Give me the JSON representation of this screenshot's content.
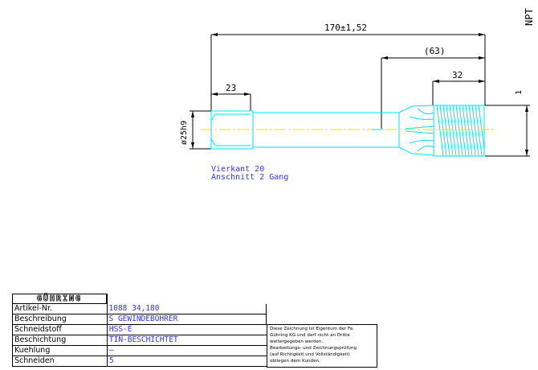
{
  "drawing": {
    "dim_total": "170±1,52",
    "dim_thread_ref": "(63)",
    "dim_thread": "32",
    "dim_square": "23",
    "dim_diameter": "ø25h9",
    "dim_thread_pitch": "1",
    "thread_label": "NPT",
    "note_line1": "Vierkant 20",
    "note_line2": "Anschnitt 2 Gang"
  },
  "titleblock": {
    "logo": "GÜHRING",
    "rows": [
      {
        "label": "Artikel-Nr.",
        "value": "1088 34,180"
      },
      {
        "label": "Beschreibung",
        "value": "S GEWINDEBOHRER"
      },
      {
        "label": "Schneidstoff",
        "value": "HSS-E"
      },
      {
        "label": "Beschichtung",
        "value": "TIN-BESCHICHTET"
      },
      {
        "label": "Kuehlung",
        "value": "–"
      },
      {
        "label": "Schneiden",
        "value": "5"
      }
    ],
    "notice": [
      "Diese Zeichnung ist Eigentum der Fa.",
      "Gühring KG und darf nicht an Dritte",
      "weitergegeben werden.",
      "Bearbeitungs- und Zeichnungsprüfung",
      "(auf Richtigkeit und Vollständigkeit)",
      "obliegen dem Kunden."
    ]
  },
  "colors": {
    "outline": "#00e5ff",
    "center": "#e6e600",
    "dim": "#000000",
    "text_blue": "#3333ff"
  }
}
